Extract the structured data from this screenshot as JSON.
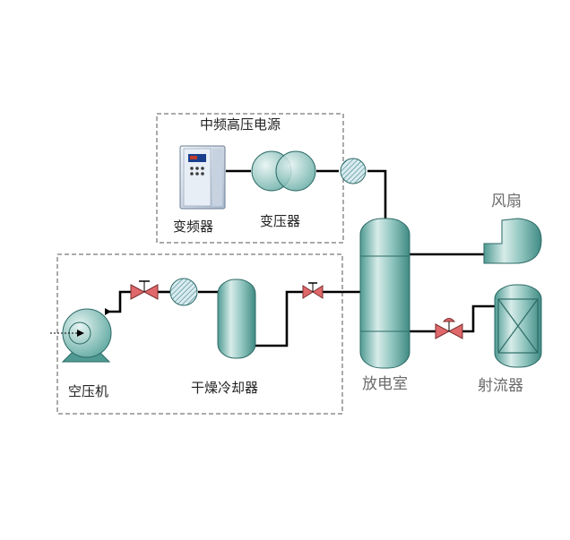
{
  "labels": {
    "power_supply": "中频高压电源",
    "inverter": "变频器",
    "transformer": "变压器",
    "fan": "风扇",
    "air_compressor": "空压机",
    "dryer_cooler": "干燥冷却器",
    "discharge_chamber": "放电室",
    "ejector": "射流器"
  },
  "colors": {
    "vessel_fill": "#6fb3ac",
    "vessel_light": "#d7ece9",
    "pipe": "#000000",
    "valve": "#e0686a",
    "dashed_box": "#555555"
  }
}
